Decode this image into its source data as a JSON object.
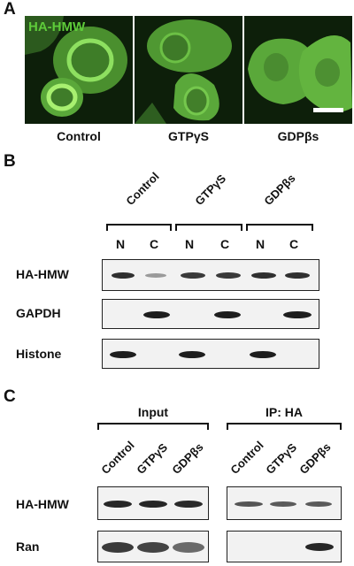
{
  "panel_a": {
    "letter": "A",
    "overlay_label": "HA-HMW",
    "captions": [
      "Control",
      "GTPγS",
      "GDPβs"
    ],
    "fluorescence_color": "#5ecb3a"
  },
  "panel_b": {
    "letter": "B",
    "groups": [
      "Control",
      "GTPγS",
      "GDPβs"
    ],
    "lanes": [
      "N",
      "C",
      "N",
      "C",
      "N",
      "C"
    ],
    "rows": [
      "HA-HMW",
      "GAPDH",
      "Histone"
    ]
  },
  "panel_c": {
    "letter": "C",
    "group_input": "Input",
    "group_ip": "IP: HA",
    "input_lanes": [
      "Control",
      "GTPγS",
      "GDPβs"
    ],
    "ip_lanes": [
      "Control",
      "GTPγS",
      "GDPβs"
    ],
    "rows": [
      "HA-HMW",
      "Ran"
    ]
  }
}
